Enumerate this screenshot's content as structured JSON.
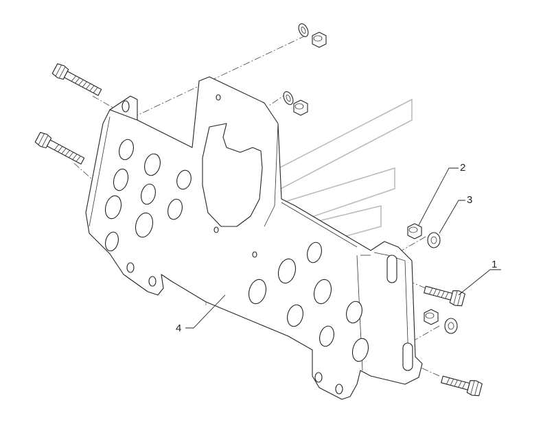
{
  "callouts": [
    {
      "id": "1",
      "label": "1"
    },
    {
      "id": "2",
      "label": "2"
    },
    {
      "id": "3",
      "label": "3"
    },
    {
      "id": "4",
      "label": "4"
    }
  ],
  "icons": [
    "bolt-icon",
    "nut-icon",
    "washer-icon",
    "bracket-icon",
    "watermark-logo-icon"
  ]
}
